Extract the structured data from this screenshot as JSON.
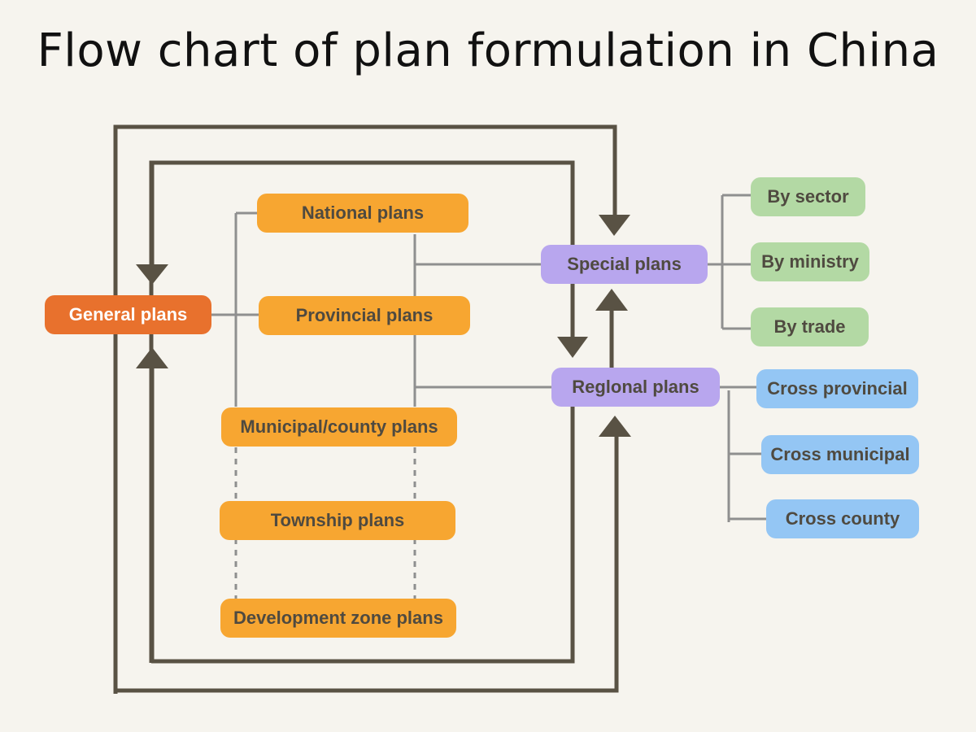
{
  "title": "Flow chart of plan formulation in China",
  "colors": {
    "background": "#f6f4ee",
    "arrow": "#595244",
    "connector": "#8f8f8f",
    "general": "#e8712d",
    "hierarchy": "#f7a631",
    "special": "#b8a6ee",
    "special_types": "#b3d9a4",
    "regional_types": "#94c6f4"
  },
  "nodes": {
    "general": "General plans",
    "national": "National plans",
    "provincial": "Provincial plans",
    "municipal": "Municipal/county plans",
    "township": "Township plans",
    "development_zone": "Development zone plans",
    "special": "Special plans",
    "regional": "Reglonal plans",
    "special_types": [
      "By sector",
      "By ministry",
      "By trade"
    ],
    "regional_types": [
      "Cross provincial",
      "Cross municipal",
      "Cross county"
    ]
  }
}
